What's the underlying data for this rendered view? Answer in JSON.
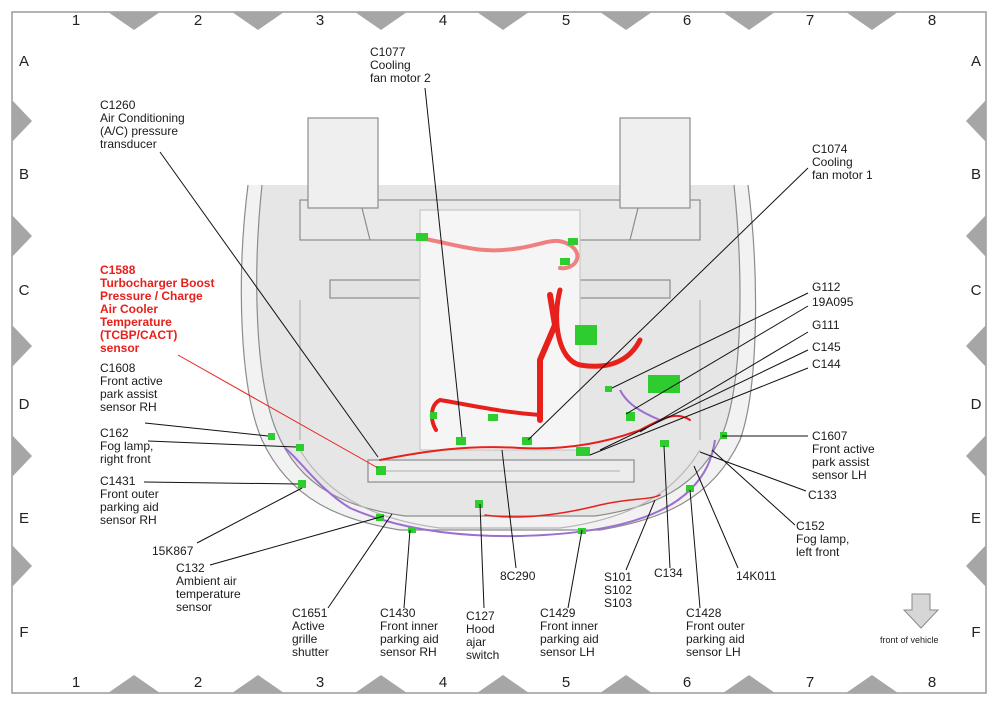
{
  "grid": {
    "columns": [
      "1",
      "2",
      "3",
      "4",
      "5",
      "6",
      "7",
      "8"
    ],
    "rows": [
      "A",
      "B",
      "C",
      "D",
      "E",
      "F"
    ]
  },
  "labels": {
    "c1260": "C1260\nAir Conditioning\n(A/C) pressure\ntransducer",
    "c1077": "C1077\nCooling\nfan motor 2",
    "c1074": "C1074\nCooling\nfan motor 1",
    "c1588": "C1588\nTurbocharger Boost\nPressure / Charge\nAir Cooler\nTemperature\n(TCBP/CACT)\nsensor",
    "g112": "G112",
    "a19a095": "19A095",
    "g111": "G111",
    "c145": "C145",
    "c144": "C144",
    "c1608": "C1608\nFront active\npark assist\nsensor RH",
    "c162": "C162\nFog lamp,\nright front",
    "c1431": "C1431\nFront outer\nparking aid\nsensor RH",
    "c1607": "C1607\nFront active\npark assist\nsensor LH",
    "c133": "C133",
    "c152": "C152\nFog lamp,\nleft front",
    "k867": "15K867",
    "c132": "C132\nAmbient air\ntemperature\nsensor",
    "c1651": "C1651\nActive\ngrille\nshutter",
    "c1430": "C1430\nFront inner\nparking aid\nsensor RH",
    "c127": "C127\nHood\najar\nswitch",
    "c1429": "C1429\nFront inner\nparking aid\nsensor LH",
    "c8c290": "8C290",
    "s101": "S101\nS102\nS103",
    "c134": "C134",
    "k011": "14K011",
    "c1428": "C1428\nFront outer\nparking aid\nsensor LH"
  },
  "front_of_vehicle": "front of vehicle",
  "colors": {
    "harness_red": "#e8201c",
    "harness_pink": "#f08080",
    "harness_purple": "#9b6fd0",
    "connector_green": "#2ecc2e",
    "callout_red": "#e8201c",
    "border_gray": "#a9a9a9"
  }
}
